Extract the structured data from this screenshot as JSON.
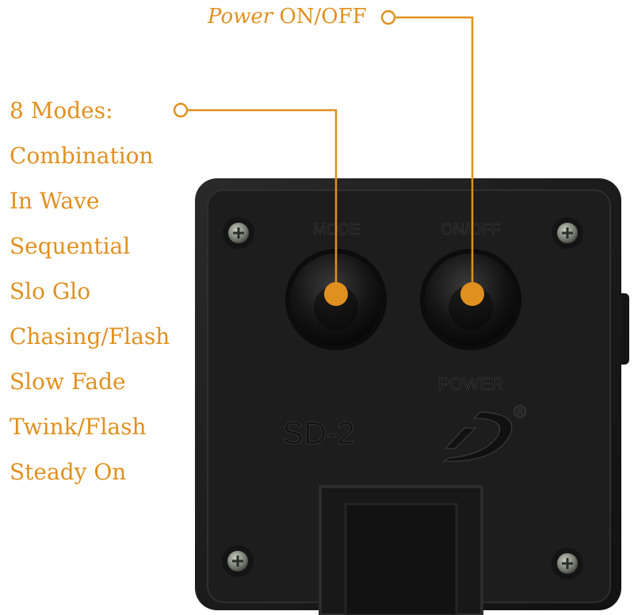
{
  "callouts": {
    "power_prefix": "Power",
    "power_suffix": "ON/OFF",
    "modes_title": "8 Modes:",
    "modes": [
      "Combination",
      "In Wave",
      "Sequential",
      "Slo Glo",
      "Chasing/Flash",
      "Slow Fade",
      "Twink/Flash",
      "Steady On"
    ]
  },
  "device": {
    "mode_label": "MODE",
    "onoff_label": "ON/OFF",
    "power_label": "POWER",
    "model": "SD-2",
    "registered_mark": "®"
  },
  "colors": {
    "accent": "#e0901f",
    "body": "#1c1c1c"
  }
}
